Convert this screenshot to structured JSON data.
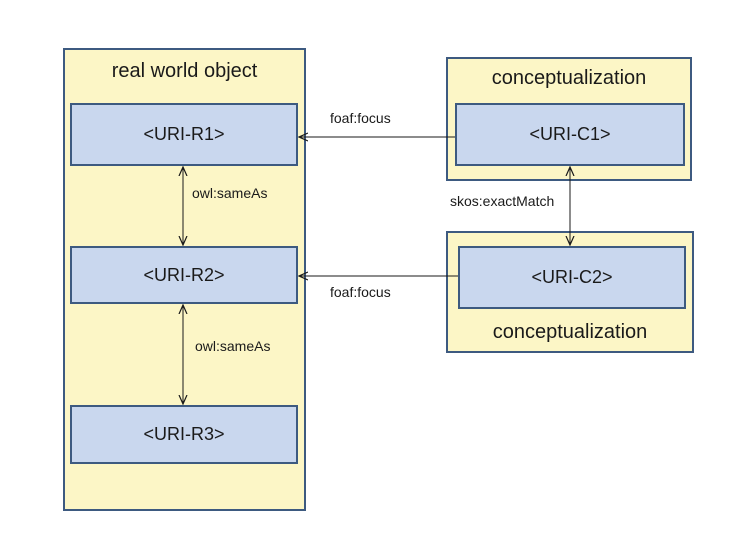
{
  "containers": {
    "real_world": {
      "title": "real world object"
    },
    "concept_top": {
      "title": "conceptualization"
    },
    "concept_bottom": {
      "title": "conceptualization"
    }
  },
  "nodes": {
    "r1": "<URI-R1>",
    "r2": "<URI-R2>",
    "r3": "<URI-R3>",
    "c1": "<URI-C1>",
    "c2": "<URI-C2>"
  },
  "edges": {
    "focus_top": "foaf:focus",
    "focus_bottom": "foaf:focus",
    "sameas_top": "owl:sameAs",
    "sameas_bottom": "owl:sameAs",
    "exact_match": "skos:exactMatch"
  },
  "colors": {
    "container_fill": "#fcf6c6",
    "node_fill": "#c9d7ee",
    "border": "#3d5a80"
  }
}
